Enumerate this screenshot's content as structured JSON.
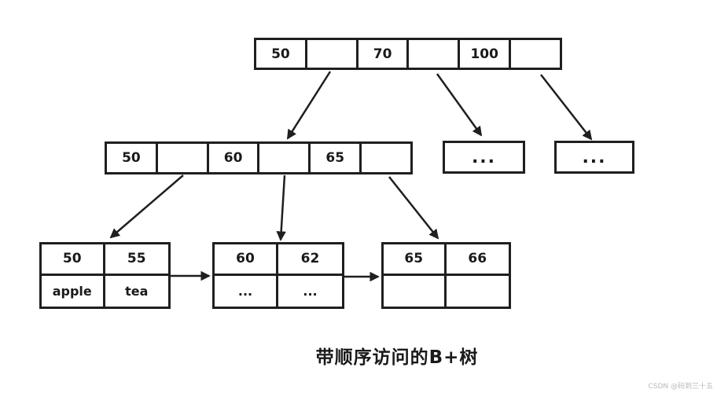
{
  "diagram": {
    "caption": "带顺序访问的B+树",
    "watermark": "CSDN @码到三十五",
    "root_node": {
      "cells": [
        "50",
        "",
        "70",
        "",
        "100",
        ""
      ]
    },
    "internal_node": {
      "cells": [
        "50",
        "",
        "60",
        "",
        "65",
        ""
      ]
    },
    "ellipsis_nodes": [
      {
        "label": "..."
      },
      {
        "label": "..."
      }
    ],
    "leaf_nodes": [
      {
        "keys": [
          "50",
          "55"
        ],
        "values": [
          "apple",
          "tea"
        ]
      },
      {
        "keys": [
          "60",
          "62"
        ],
        "values": [
          "...",
          "..."
        ]
      },
      {
        "keys": [
          "65",
          "66"
        ],
        "values": [
          "",
          ""
        ]
      }
    ],
    "colors": {
      "line": "#1f1f1f",
      "text": "#1a1a1a",
      "watermark": "#b9b9b9",
      "background": "#ffffff"
    }
  }
}
